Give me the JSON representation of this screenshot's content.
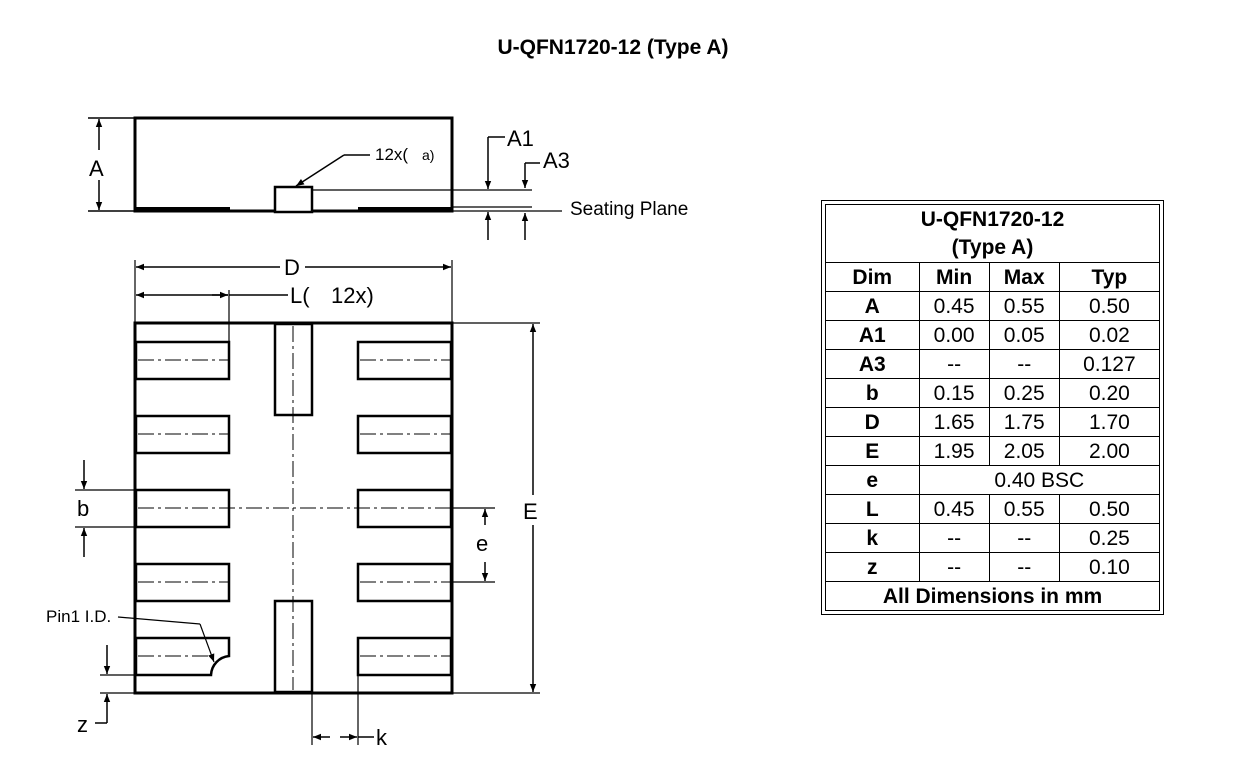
{
  "title": "U-QFN1720-12 (Type A)",
  "side_view": {
    "label_A": "A",
    "label_pad_count": "12x(",
    "label_pad_id": "a)",
    "label_A1": "A1",
    "label_A3": "A3",
    "label_seating_plane": "Seating Plane"
  },
  "bottom_view": {
    "label_D": "D",
    "label_L": "L(",
    "label_L_count": "12x)",
    "label_E": "E",
    "label_b": "b",
    "label_e": "e",
    "label_pin1": "Pin1 I.D.",
    "label_z": "z",
    "label_k": "k"
  },
  "table": {
    "title_line1": "U-QFN1720-12",
    "title_line2": "(Type A)",
    "headers": [
      "Dim",
      "Min",
      "Max",
      "Typ"
    ],
    "rows": [
      {
        "dim": "A",
        "min": "0.45",
        "max": "0.55",
        "typ": "0.50"
      },
      {
        "dim": "A1",
        "min": "0.00",
        "max": "0.05",
        "typ": "0.02"
      },
      {
        "dim": "A3",
        "min": "--",
        "max": "--",
        "typ": "0.127"
      },
      {
        "dim": "b",
        "min": "0.15",
        "max": "0.25",
        "typ": "0.20"
      },
      {
        "dim": "D",
        "min": "1.65",
        "max": "1.75",
        "typ": "1.70"
      },
      {
        "dim": "E",
        "min": "1.95",
        "max": "2.05",
        "typ": "2.00"
      },
      {
        "dim": "e",
        "span": "0.40 BSC"
      },
      {
        "dim": "L",
        "min": "0.45",
        "max": "0.55",
        "typ": "0.50"
      },
      {
        "dim": "k",
        "min": "--",
        "max": "--",
        "typ": "0.25"
      },
      {
        "dim": "z",
        "min": "--",
        "max": "--",
        "typ": "0.10"
      }
    ],
    "footer": "All Dimensions in mm"
  }
}
